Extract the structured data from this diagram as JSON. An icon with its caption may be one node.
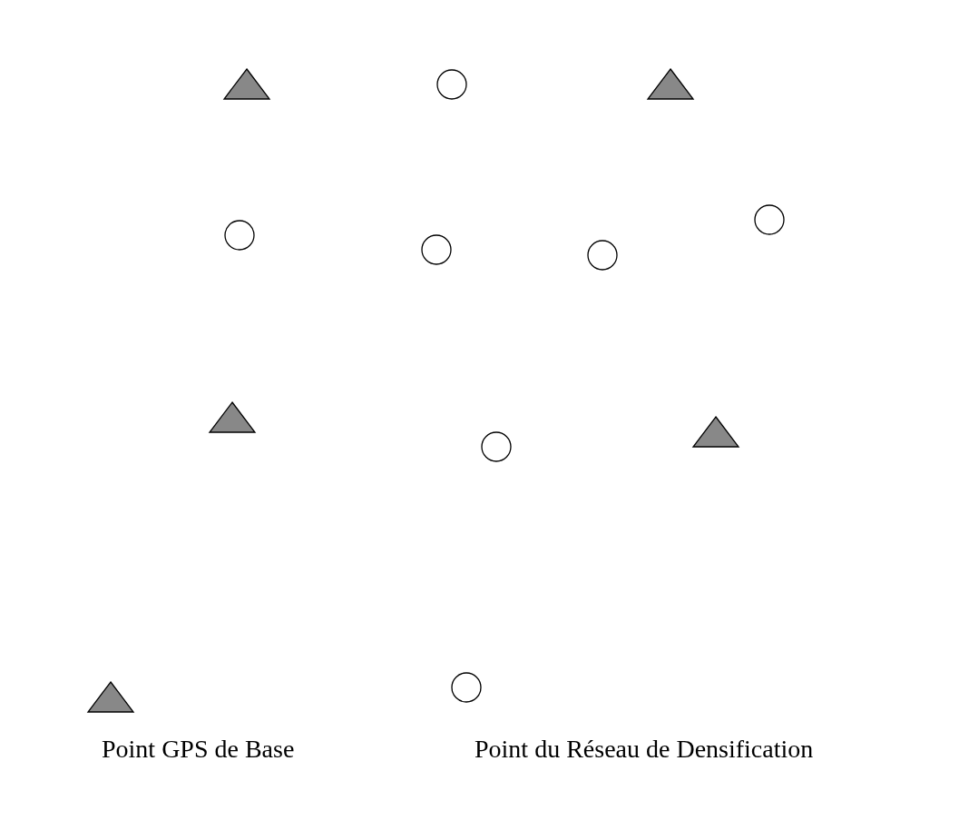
{
  "diagram": {
    "nodes": [
      {
        "text": [],
        "shape": "triangle"
      },
      {
        "text": [],
        "shape": "circle"
      },
      {
        "text": [],
        "shape": "triangle"
      },
      {
        "text": [],
        "shape": "circle"
      },
      {
        "text": [],
        "shape": "circle"
      },
      {
        "text": [],
        "shape": "circle"
      },
      {
        "text": [],
        "shape": "circle"
      },
      {
        "text": [],
        "shape": "triangle"
      },
      {
        "text": [],
        "shape": "circle"
      },
      {
        "text": [],
        "shape": "triangle"
      }
    ],
    "legend": [
      {
        "text": "Point GPS de Base"
      },
      {
        "text": "Point du Réseau de Densification"
      }
    ]
  }
}
